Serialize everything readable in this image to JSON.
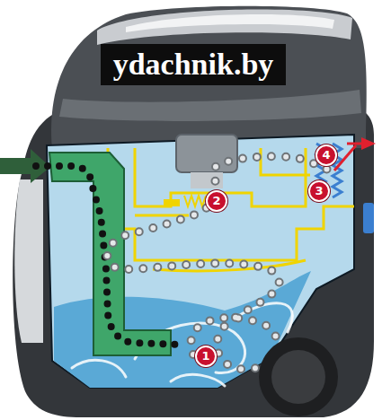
{
  "diagram": {
    "labels": [
      "ydachnik.by",
      "4",
      "3",
      "2",
      "1"
    ]
  }
}
